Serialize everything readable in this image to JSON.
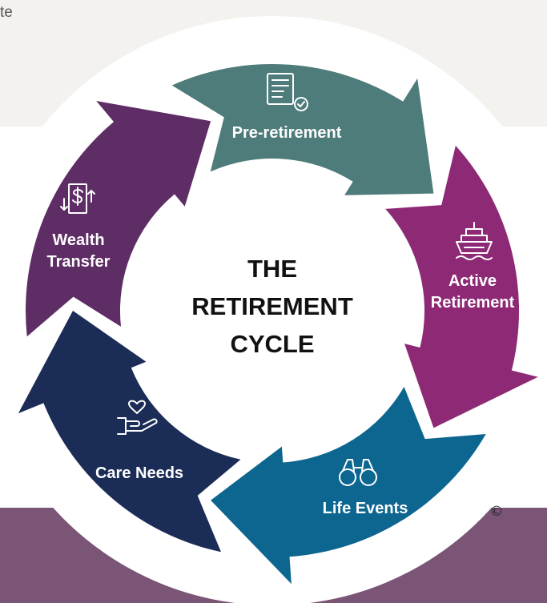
{
  "top_fragment": "te",
  "center": {
    "line1": "THE",
    "line2": "RETIREMENT",
    "line3": "CYCLE"
  },
  "segments": [
    {
      "label_lines": [
        "Pre-retirement"
      ],
      "icon": "checklist-icon",
      "color": "#4e7c7a"
    },
    {
      "label_lines": [
        "Active",
        "Retirement"
      ],
      "icon": "cruise-ship-icon",
      "color": "#8e2a75"
    },
    {
      "label_lines": [
        "Life Events"
      ],
      "icon": "binoculars-icon",
      "color": "#0d6690"
    },
    {
      "label_lines": [
        "Care Needs"
      ],
      "icon": "caring-hand-icon",
      "color": "#1b2c56"
    },
    {
      "label_lines": [
        "Wealth",
        "Transfer"
      ],
      "icon": "dollar-transfer-icon",
      "color": "#5e2d65"
    }
  ],
  "copyright": "©",
  "colors": {
    "top_band": "#f3f2ef",
    "bottom_band": "#7a5576",
    "ring_backing": "#ffffff"
  }
}
